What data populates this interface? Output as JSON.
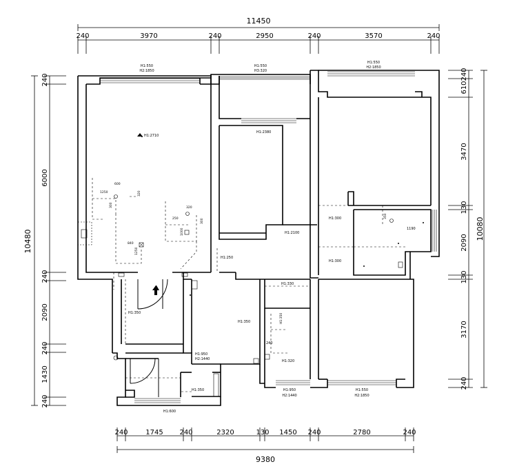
{
  "dimensions": {
    "top_total": "11450",
    "top_segments": [
      "240",
      "3970",
      "240",
      "2950",
      "240",
      "3570",
      "240"
    ],
    "bottom_total": "9380",
    "bottom_segments": [
      "240",
      "1745",
      "240",
      "2320",
      "130",
      "1450",
      "240",
      "2780",
      "240"
    ],
    "left_total": "10480",
    "left_segments": [
      "240",
      "6000",
      "240",
      "2090",
      "240",
      "1430",
      "240"
    ],
    "right_total": "10080",
    "right_segments": [
      "240",
      "610",
      "3470",
      "130",
      "2090",
      "130",
      "3170",
      "240"
    ]
  },
  "annotations": {
    "win_top_left_1": "H1:550",
    "win_top_left_2": "H2:1850",
    "win_top_mid_1": "H1:550",
    "win_top_mid_2": "H3:320",
    "win_top_right_1": "H1:550",
    "win_top_right_2": "H2:1850",
    "living_height": "H1:2710",
    "room_mid_label": "H1:2380",
    "room_mid_label2": "H1:2100",
    "corridor_label": "H1:250",
    "bath_label_1": "H1:300",
    "bath_label_2": "H1:300",
    "bath_dim": "1190",
    "bath_dim_v": "350",
    "kitchen_label": "H1:350",
    "hall_label": "H1:350",
    "lower_mid_label": "H1:950",
    "lower_mid_label2": "H2:1440",
    "small_room_label": "H1:350",
    "small_room_dim": "240",
    "small_room_dim2": "H1:320",
    "bottom_left_label": "H1:350",
    "bottom_label": "H1:600",
    "bottom_mid_1": "H1:950",
    "bottom_mid_2": "H2:1440",
    "bottom_right_1": "H1:550",
    "bottom_right_2": "H2:1850",
    "bottom_mid_right": "H1:330",
    "living_dim_1": "600",
    "living_dim_2": "1250",
    "living_dim_3": "320",
    "living_dim_4": "300",
    "living_dim_5": "840",
    "living_dim_6": "1250",
    "living_dim_7": "250",
    "living_dim_8": "320",
    "living_dim_9": "1000",
    "living_dim_10": "300"
  }
}
